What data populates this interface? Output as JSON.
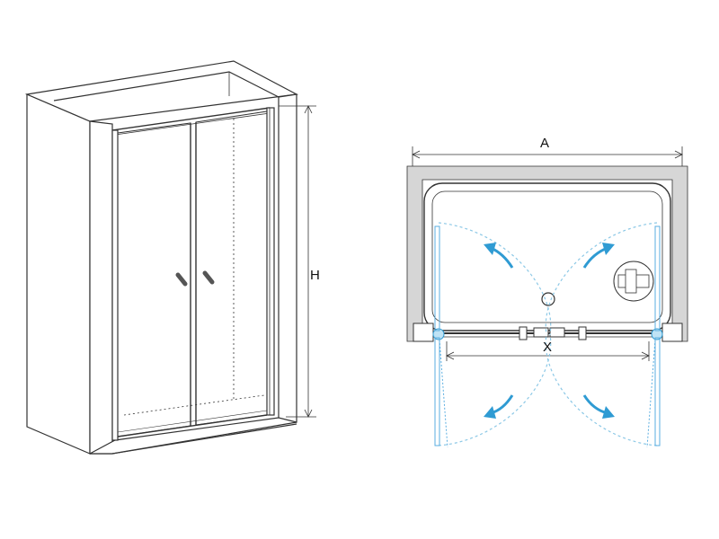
{
  "labels": {
    "height": "H",
    "width": "A",
    "opening": "X"
  },
  "colors": {
    "line": "#333333",
    "wall_fill": "#d6d6d6",
    "swing_path": "#8cc8e6",
    "arrow": "#2f9bd3",
    "door_leaf": "#5aaee0"
  }
}
